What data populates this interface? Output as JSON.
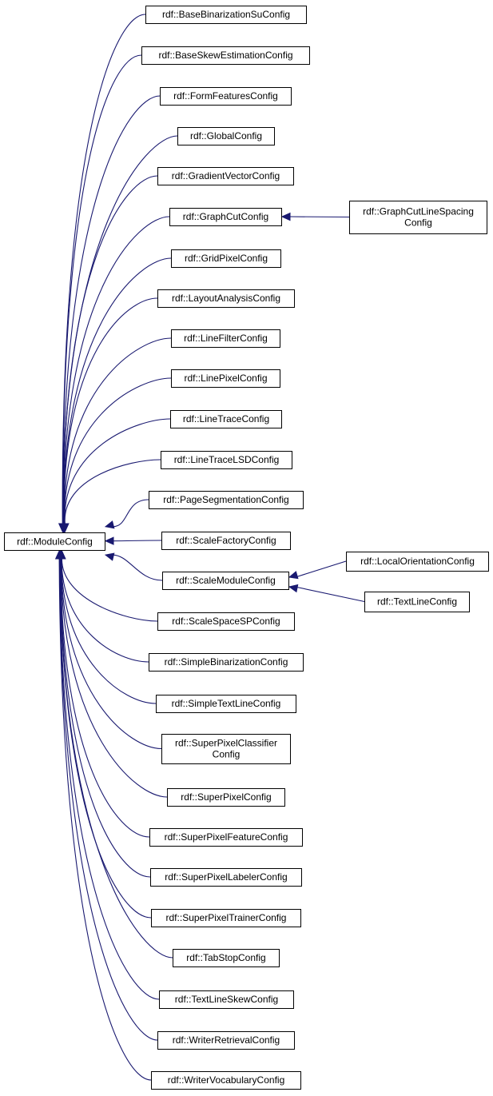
{
  "diagram": {
    "base_class": "rdf::ModuleConfig",
    "derived_classes": [
      {
        "label": [
          "rdf::BaseBinarizationSuConfig"
        ]
      },
      {
        "label": [
          "rdf::BaseSkewEstimationConfig"
        ]
      },
      {
        "label": [
          "rdf::FormFeaturesConfig"
        ]
      },
      {
        "label": [
          "rdf::GlobalConfig"
        ]
      },
      {
        "label": [
          "rdf::GradientVectorConfig"
        ]
      },
      {
        "label": [
          "rdf::GraphCutConfig"
        ],
        "children": [
          {
            "label": [
              "rdf::GraphCutLineSpacing",
              "Config"
            ]
          }
        ]
      },
      {
        "label": [
          "rdf::GridPixelConfig"
        ]
      },
      {
        "label": [
          "rdf::LayoutAnalysisConfig"
        ]
      },
      {
        "label": [
          "rdf::LineFilterConfig"
        ]
      },
      {
        "label": [
          "rdf::LinePixelConfig"
        ]
      },
      {
        "label": [
          "rdf::LineTraceConfig"
        ]
      },
      {
        "label": [
          "rdf::LineTraceLSDConfig"
        ]
      },
      {
        "label": [
          "rdf::PageSegmentationConfig"
        ]
      },
      {
        "label": [
          "rdf::ScaleFactoryConfig"
        ]
      },
      {
        "label": [
          "rdf::ScaleModuleConfig"
        ],
        "children": [
          {
            "label": [
              "rdf::LocalOrientationConfig"
            ]
          },
          {
            "label": [
              "rdf::TextLineConfig"
            ]
          }
        ]
      },
      {
        "label": [
          "rdf::ScaleSpaceSPConfig"
        ]
      },
      {
        "label": [
          "rdf::SimpleBinarizationConfig"
        ]
      },
      {
        "label": [
          "rdf::SimpleTextLineConfig"
        ]
      },
      {
        "label": [
          "rdf::SuperPixelClassifier",
          "Config"
        ]
      },
      {
        "label": [
          "rdf::SuperPixelConfig"
        ]
      },
      {
        "label": [
          "rdf::SuperPixelFeatureConfig"
        ]
      },
      {
        "label": [
          "rdf::SuperPixelLabelerConfig"
        ]
      },
      {
        "label": [
          "rdf::SuperPixelTrainerConfig"
        ]
      },
      {
        "label": [
          "rdf::TabStopConfig"
        ]
      },
      {
        "label": [
          "rdf::TextLineSkewConfig"
        ]
      },
      {
        "label": [
          "rdf::WriterRetrievalConfig"
        ]
      },
      {
        "label": [
          "rdf::WriterVocabularyConfig"
        ]
      }
    ],
    "colors": {
      "edge": "#191970",
      "node_border": "#000000",
      "node_fill": "#ffffff"
    }
  }
}
